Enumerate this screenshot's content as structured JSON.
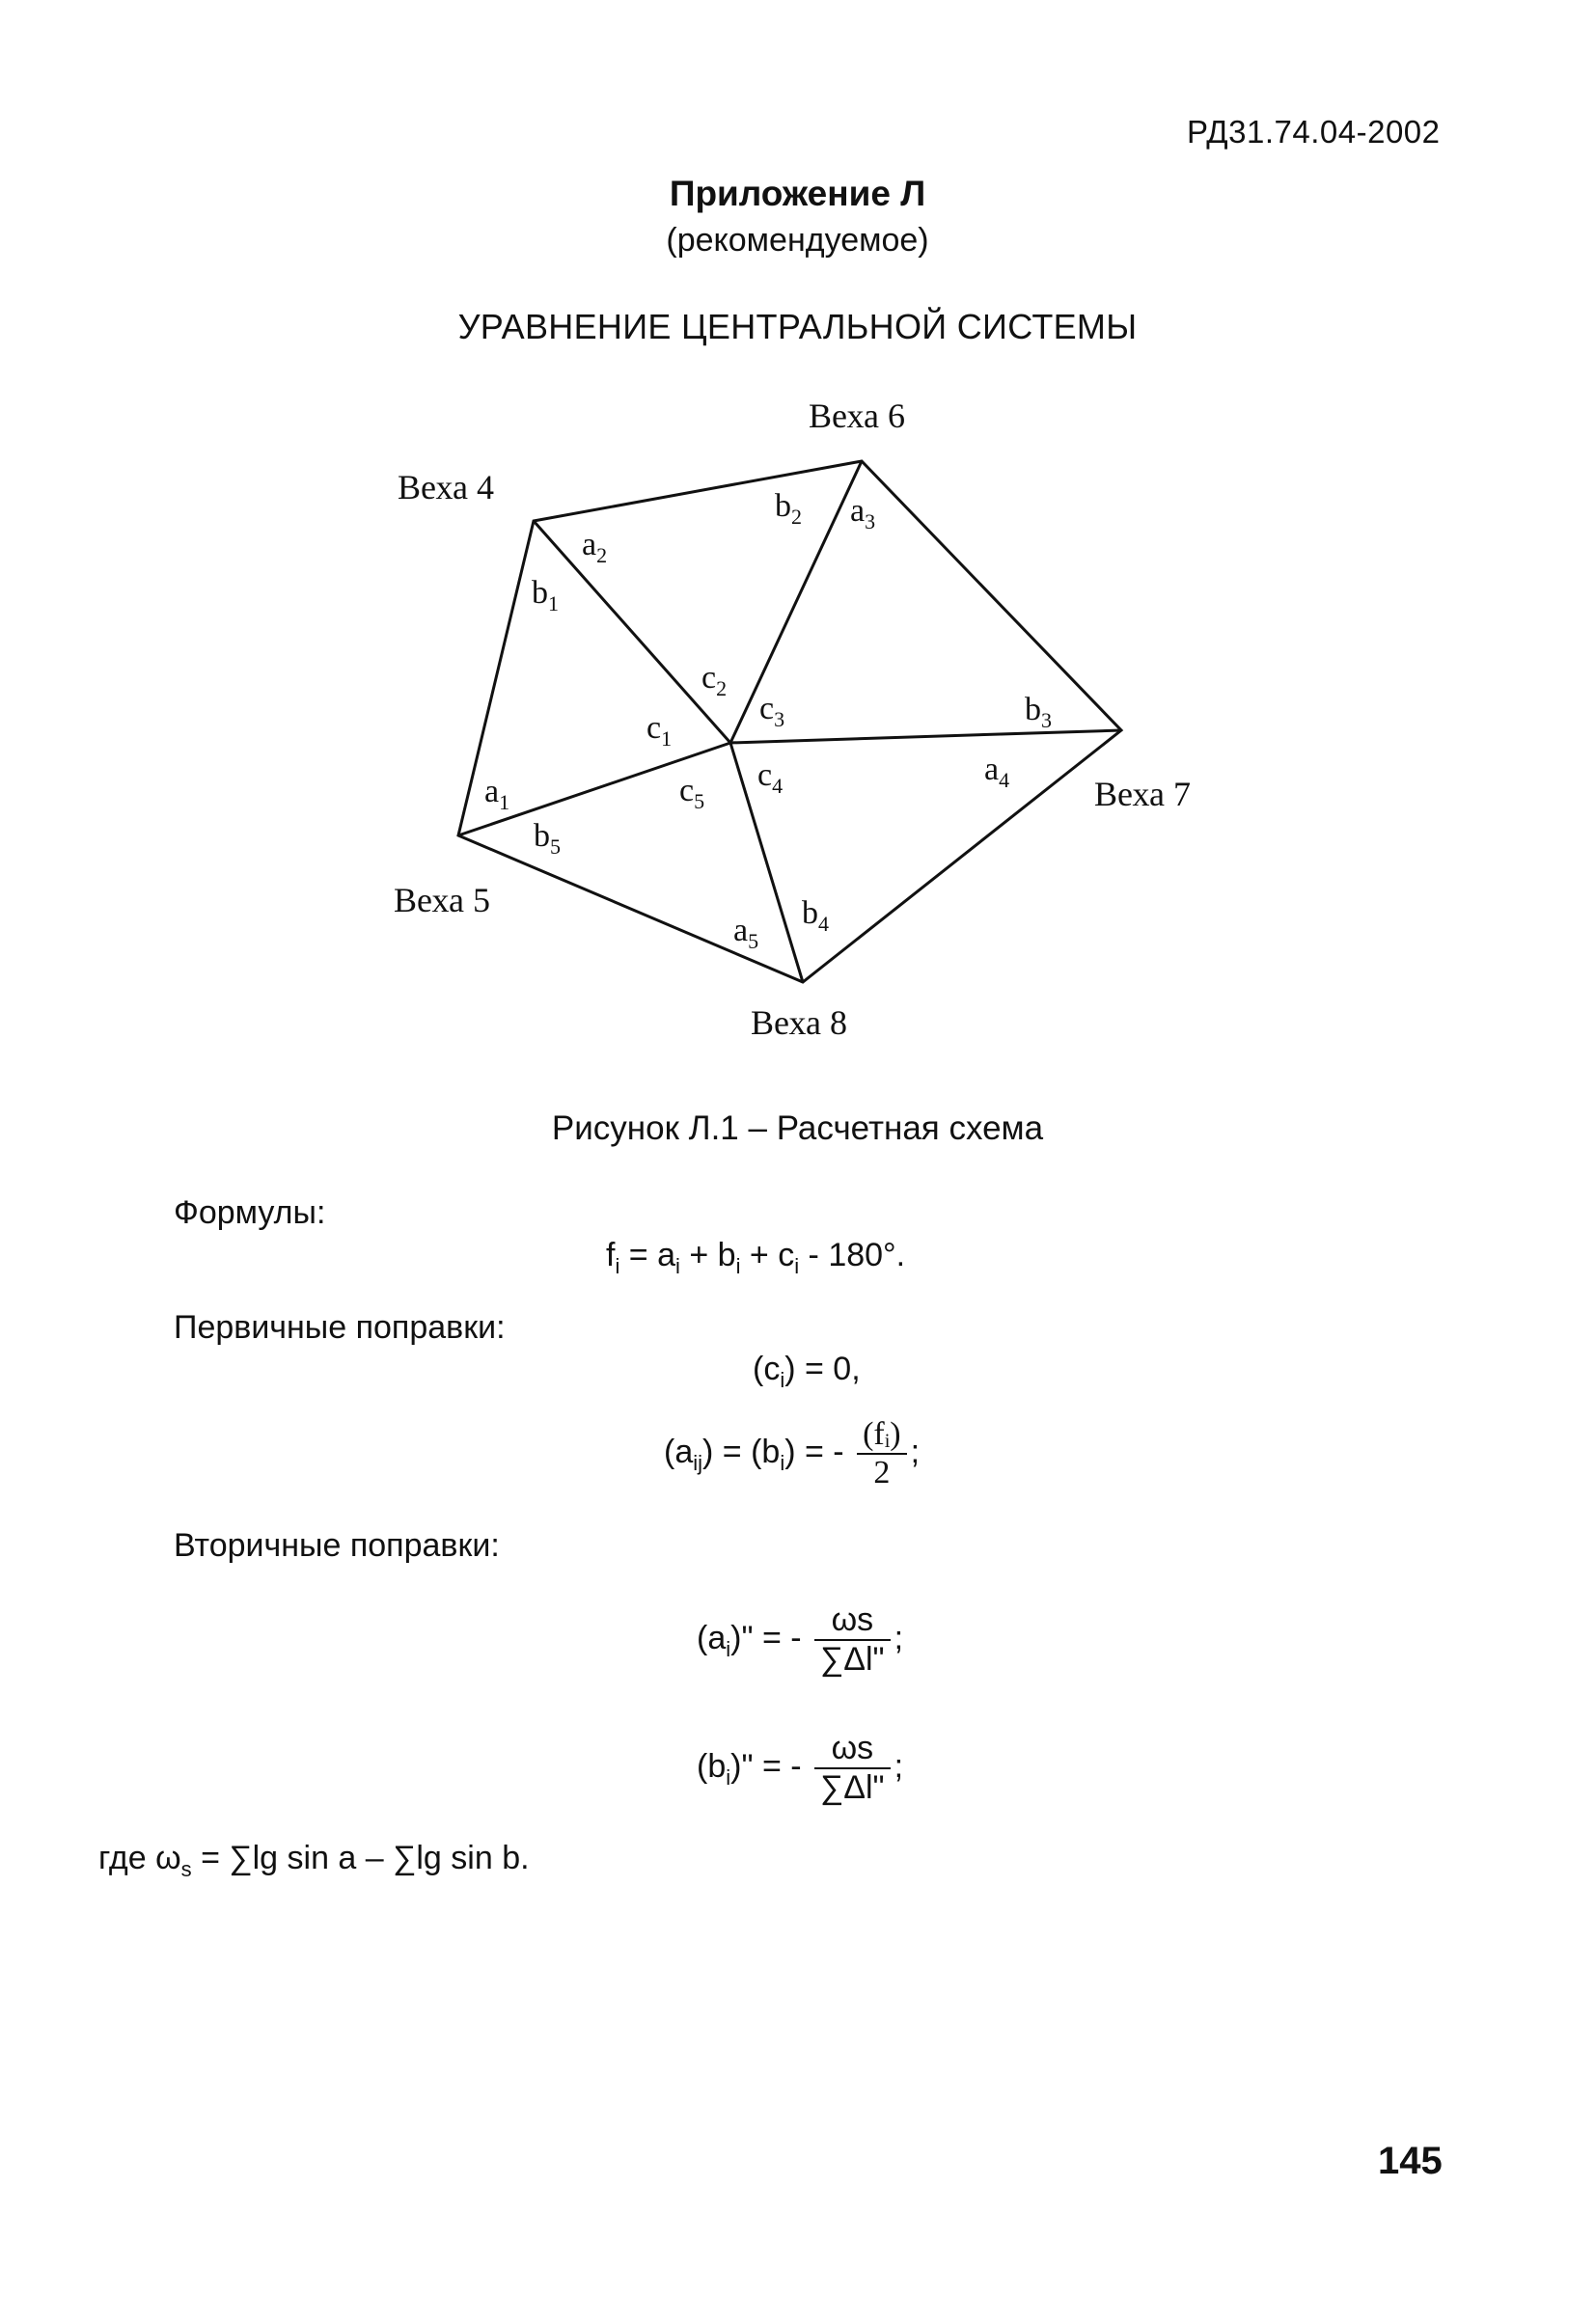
{
  "header": {
    "doc_code": "РД31.74.04-2002"
  },
  "appendix": {
    "title": "Приложение Л",
    "subtitle": "(рекомендуемое)"
  },
  "section": {
    "title": "УРАВНЕНИЕ ЦЕНТРАЛЬНОЙ СИСТЕМЫ"
  },
  "diagram": {
    "nodes": {
      "n4": "Веха 4",
      "n5": "Веха 5",
      "n6": "Веха 6",
      "n7": "Веха 7",
      "n8": "Веха 8"
    },
    "angles": [
      {
        "base": "a",
        "sub": "1"
      },
      {
        "base": "b",
        "sub": "1"
      },
      {
        "base": "c",
        "sub": "1"
      },
      {
        "base": "a",
        "sub": "2"
      },
      {
        "base": "b",
        "sub": "2"
      },
      {
        "base": "c",
        "sub": "2"
      },
      {
        "base": "a",
        "sub": "3"
      },
      {
        "base": "b",
        "sub": "3"
      },
      {
        "base": "c",
        "sub": "3"
      },
      {
        "base": "a",
        "sub": "4"
      },
      {
        "base": "b",
        "sub": "4"
      },
      {
        "base": "c",
        "sub": "4"
      },
      {
        "base": "a",
        "sub": "5"
      },
      {
        "base": "b",
        "sub": "5"
      },
      {
        "base": "c",
        "sub": "5"
      }
    ],
    "caption": "Рисунок Л.1 – Расчетная схема"
  },
  "formulas": {
    "label_formulas": "Формулы:",
    "f1": {
      "lhs": "f",
      "i": "i",
      "eq": " = a",
      "p1": " + b",
      "p2": " + c",
      "tail": " - 180°."
    },
    "label_primary": "Первичные поправки:",
    "c_corr": {
      "open": "(c",
      "i": "i",
      "close": ") = 0,"
    },
    "ab_corr": {
      "a": "(a",
      "ij": "ij",
      "mid": ") = (b",
      "i": "i",
      "eq": ") = -",
      "num": "(fᵢ)",
      "den": "2",
      "end": ";"
    },
    "label_secondary": "Вторичные поправки:",
    "a_sec": {
      "open": "(a",
      "i": "i",
      "eq": ")\" = -",
      "num": "ωs",
      "den": "∑Δl\"",
      "end": ";"
    },
    "b_sec": {
      "open": "(b",
      "i": "i",
      "eq": ")\" = -",
      "num": "ωs",
      "den": "∑Δl\"",
      "end": ";"
    },
    "where": {
      "pre": "где ω",
      "s": "s",
      "rest": " = ∑lg sin a – ∑lg sin b."
    }
  },
  "page_number": "145"
}
